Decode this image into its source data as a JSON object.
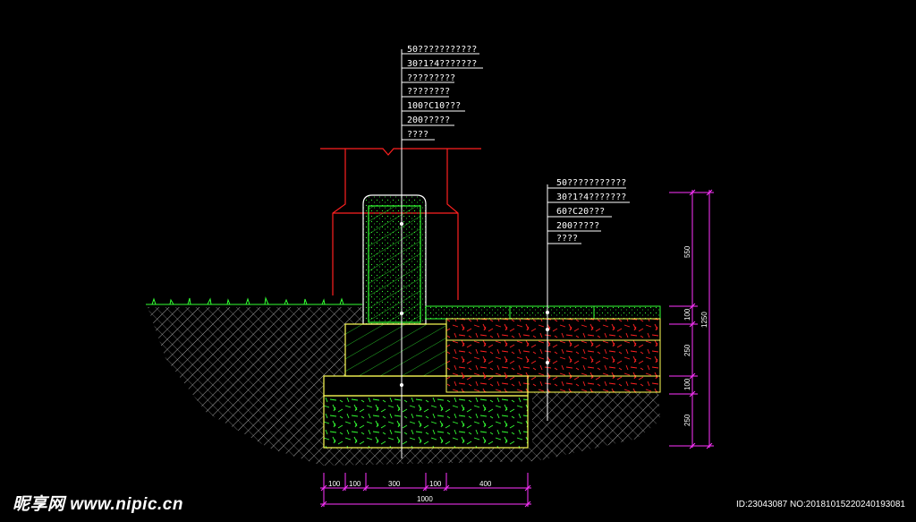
{
  "left_callout": {
    "lines": [
      "50???????????",
      "30?1?4???????",
      "?????????",
      "????????",
      "100?C10???",
      "200?????",
      "????"
    ]
  },
  "right_callout": {
    "lines": [
      "50???????????",
      "30?1?4???????",
      "60?C20???",
      "200?????",
      "????"
    ]
  },
  "bottom_dims": [
    "100",
    "100",
    "300",
    "100",
    "400"
  ],
  "bottom_total": "1000",
  "right_dims": [
    "550",
    "100",
    "250",
    "100",
    "250"
  ],
  "right_total": "1250",
  "watermark": "昵享网 www.nipic.cn",
  "image_id": "ID:23043087 NO:20181015220240193081",
  "colors": {
    "background": "#000000",
    "concrete_outline": "#33ff33",
    "cap_outline": "#ffffff",
    "ref_lines": "#ff2020",
    "footing_outline": "#ffff55",
    "dimension": "#ff33ff",
    "soil": "#d8d8d8"
  }
}
